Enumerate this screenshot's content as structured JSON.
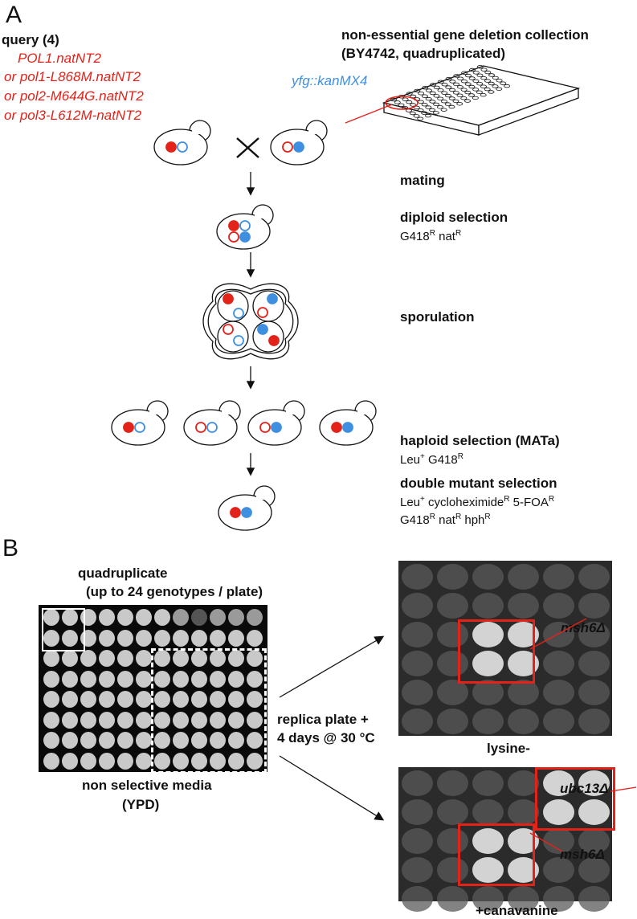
{
  "panel_a": {
    "letter": "A",
    "query_title": "query (4)",
    "query_alleles": [
      "POL1.natNT2",
      "or pol1-L868M.natNT2",
      "or pol2-M644G.natNT2",
      "or pol3-L612M-natNT2"
    ],
    "collection_line1": "non-essential gene deletion collection",
    "collection_line2": "(BY4742, quadruplicated)",
    "deletion_allele": "yfg::kanMX4",
    "steps": {
      "mating": "mating",
      "diploid": "diploid selection",
      "diploid_markers": {
        "a": "G418",
        "b": "nat"
      },
      "sporulation": "sporulation",
      "haploid": "haploid selection (MATa)",
      "haploid_markers": {
        "a": "Leu",
        "b": "G418"
      },
      "double": "double mutant selection",
      "double_line1": {
        "a": "Leu",
        "b": "cycloheximide",
        "c": "5-FOA"
      },
      "double_line2": {
        "a": "G418",
        "b": "nat",
        "c": "hph"
      }
    },
    "sup_R": "R",
    "sup_plus": "+"
  },
  "panel_b": {
    "letter": "B",
    "quad_line1": "quadruplicate",
    "quad_line2": "(up to 24 genotypes / plate)",
    "replica_line1": "replica plate +",
    "replica_line2": "4 days @ 30 °C",
    "plate_caption1": "non selective media",
    "plate_caption2": "(YPD)",
    "top_caption": "lysine-",
    "bottom_caption": "+canavanine",
    "msh6_top": "msh6Δ",
    "ubc13": "ubc13Δ",
    "msh6_bottom": "msh6Δ"
  },
  "colors": {
    "red": "#e32219",
    "blue": "#3f8fe0"
  }
}
